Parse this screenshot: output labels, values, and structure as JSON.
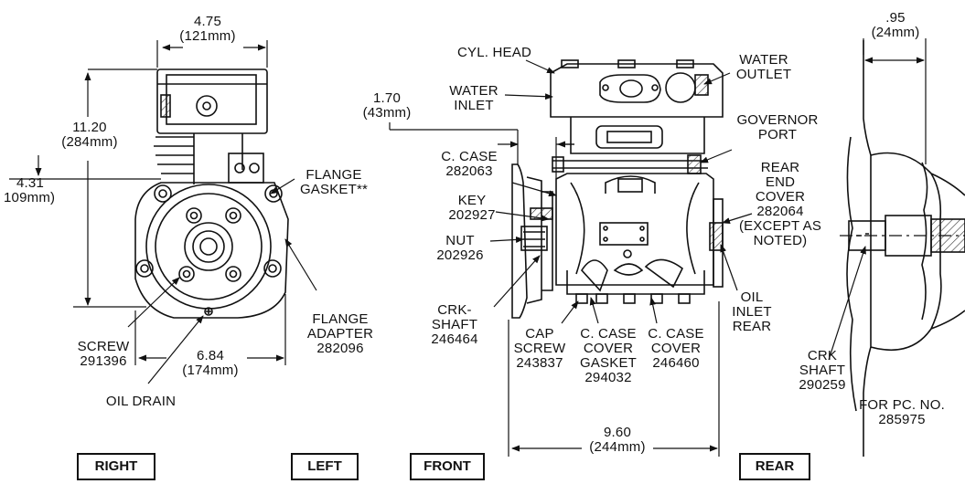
{
  "right_view": {
    "width_dim": [
      "4.75",
      "(121mm)"
    ],
    "height_dim": [
      "11.20",
      "(284mm)"
    ],
    "offset_dim": [
      "4.31",
      "109mm)"
    ],
    "bolt_dim": [
      "6.84",
      "(174mm)"
    ],
    "flange_gasket": [
      "FLANGE",
      "GASKET**"
    ],
    "flange_adapter": [
      "FLANGE",
      "ADAPTER",
      "282096"
    ],
    "screw": [
      "SCREW",
      "291396"
    ],
    "oil_drain": "OIL DRAIN"
  },
  "front_view": {
    "cyl_head": "CYL. HEAD",
    "water_inlet": [
      "WATER",
      "INLET"
    ],
    "water_outlet": [
      "WATER",
      "OUTLET"
    ],
    "offset_dim": [
      "1.70",
      "(43mm)"
    ],
    "c_case": [
      "C. CASE",
      "282063"
    ],
    "key": [
      "KEY",
      "202927"
    ],
    "nut": [
      "NUT",
      "202926"
    ],
    "crk_shaft": [
      "CRK-",
      "SHAFT",
      "246464"
    ],
    "cap_screw": [
      "CAP",
      "SCREW",
      "243837"
    ],
    "cover_gasket": [
      "C. CASE",
      "COVER",
      "GASKET",
      "294032"
    ],
    "case_cover": [
      "C. CASE",
      "COVER",
      "246460"
    ],
    "governor_port": [
      "GOVERNOR",
      "PORT"
    ],
    "rear_end_cover": [
      "REAR",
      "END",
      "COVER",
      "282064",
      "(EXCEPT AS",
      "NOTED)"
    ],
    "oil_inlet": [
      "OIL",
      "INLET",
      "REAR"
    ],
    "length_dim": [
      "9.60",
      "(244mm)"
    ]
  },
  "rear_view": {
    "dim": [
      ".95",
      "(24mm)"
    ],
    "crk_shaft": [
      "CRK",
      "SHAFT",
      "290259"
    ],
    "note": [
      "FOR PC. NO.",
      "285975"
    ]
  },
  "view_labels": {
    "right": "RIGHT",
    "left": "LEFT",
    "front": "FRONT",
    "rear": "REAR"
  }
}
